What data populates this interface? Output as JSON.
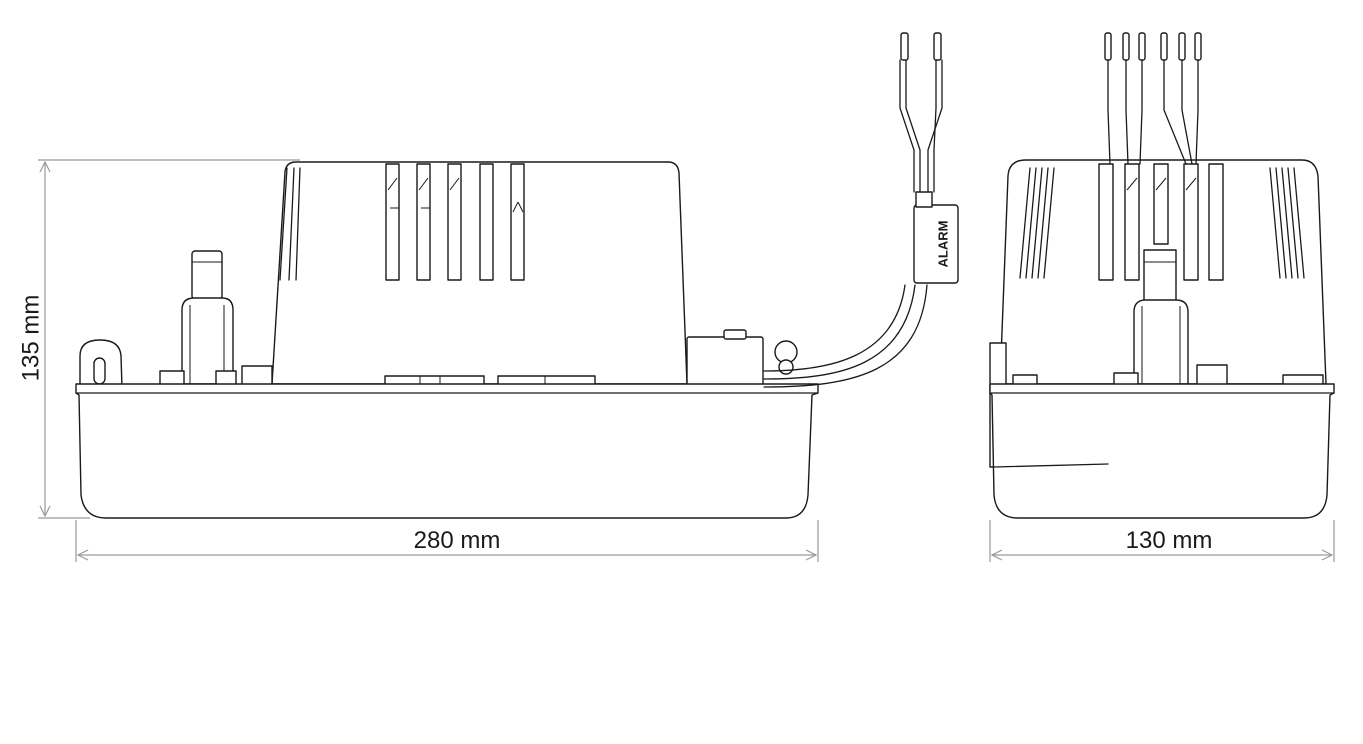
{
  "dimensions": {
    "height_label": "135 mm",
    "length_label": "280 mm",
    "width_label": "130 mm"
  },
  "alarm_tag": "ALARM",
  "colors": {
    "line": "#1a1a1a",
    "dimension_line": "#9a9a9a",
    "background": "#ffffff"
  }
}
